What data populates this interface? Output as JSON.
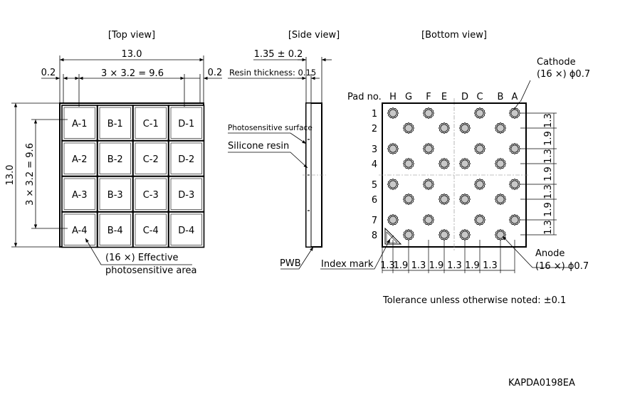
{
  "views": {
    "top": "[Top view]",
    "side": "[Side view]",
    "bottom": "[Bottom view]"
  },
  "top_view": {
    "width_dim": "13.0",
    "height_dim": "13.0",
    "margin_left": "0.2",
    "margin_right": "0.2",
    "pitch_dim_h": "3 × 3.2 = 9.6",
    "pitch_dim_v": "3 × 3.2 = 9.6",
    "cells": [
      [
        "A-1",
        "B-1",
        "C-1",
        "D-1"
      ],
      [
        "A-2",
        "B-2",
        "C-2",
        "D-2"
      ],
      [
        "A-3",
        "B-3",
        "C-3",
        "D-3"
      ],
      [
        "A-4",
        "B-4",
        "C-4",
        "D-4"
      ]
    ],
    "area_note_1": "(16 ×) Effective",
    "area_note_2": "photosensitive area"
  },
  "side_view": {
    "thickness_dim": "1.35 ± 0.2",
    "resin_thickness": "Resin thickness: 0.15",
    "photosensitive_surface": "Photosensitive surface",
    "silicone_resin": "Silicone resin",
    "pwb": "PWB"
  },
  "bottom_view": {
    "pad_no_label": "Pad no.",
    "columns": [
      "H",
      "G",
      "F",
      "E",
      "D",
      "C",
      "B",
      "A"
    ],
    "rows": [
      "1",
      "2",
      "3",
      "4",
      "5",
      "6",
      "7",
      "8"
    ],
    "cathode_label": "Cathode",
    "cathode_spec": "(16 ×) ϕ0.7",
    "anode_label": "Anode",
    "anode_spec": "(16 ×) ϕ0.7",
    "index_mark": "Index mark",
    "h_dims": [
      "1.3",
      "1.9",
      "1.3",
      "1.9",
      "1.3",
      "1.9",
      "1.3"
    ],
    "v_dims": [
      "1.3",
      "1.9",
      "1.3",
      "1.9",
      "1.3",
      "1.9",
      "1.3"
    ]
  },
  "tolerance_note": "Tolerance unless otherwise noted: ±0.1",
  "drawing_code": "KAPDA0198EA"
}
